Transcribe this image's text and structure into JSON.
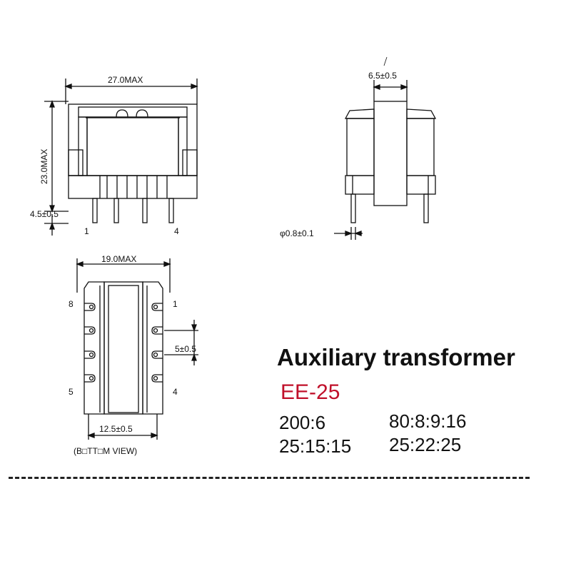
{
  "front_view": {
    "width_label": "27.0MAX",
    "height_label": "23.0MAX",
    "pin_length_label": "4.5±0.5",
    "pin_left_label": "1",
    "pin_right_label": "4"
  },
  "side_view": {
    "core_width_label": "6.5±0.5",
    "pin_diameter_label": "φ0.8±0.1"
  },
  "bottom_view": {
    "width_label": "19.0MAX",
    "pin_spacing_label": "12.5±0.5",
    "pitch_label": "5±0.5",
    "pin_8": "8",
    "pin_1": "1",
    "pin_5": "5",
    "pin_4": "4",
    "caption": "(B□TT□M VIEW)"
  },
  "product": {
    "title": "Auxiliary transformer",
    "model": "EE-25",
    "model_color": "#c0102a",
    "ratios": [
      "200:6",
      "80:8:9:16",
      "25:15:15",
      "25:22:25"
    ]
  }
}
